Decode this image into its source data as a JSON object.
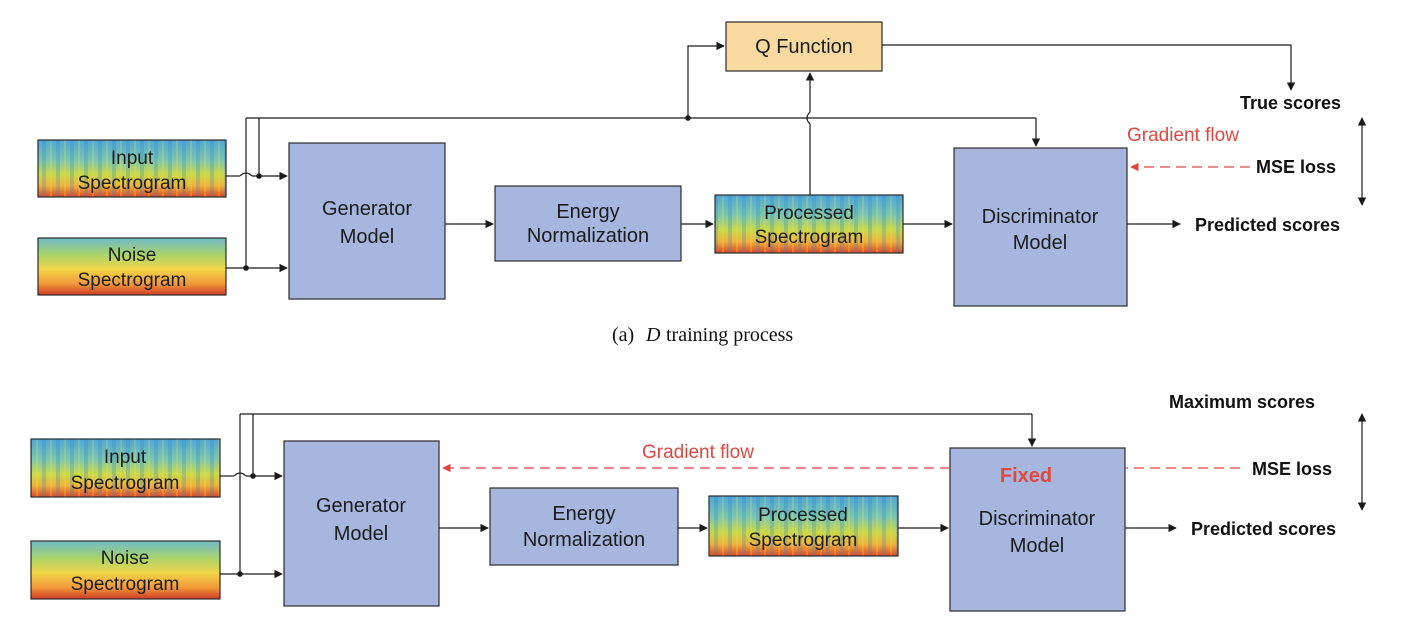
{
  "colors": {
    "box_fill": "#a6b6de",
    "q_fill": "#f8d9a0",
    "gradient_red": "#e0473f"
  },
  "panel_a": {
    "input_spec": [
      "Input",
      "Spectrogram"
    ],
    "noise_spec": [
      "Noise",
      "Spectrogram"
    ],
    "generator": [
      "Generator",
      "Model"
    ],
    "energy": [
      "Energy",
      "Normalization"
    ],
    "processed": [
      "Processed",
      "Spectrogram"
    ],
    "discriminator": [
      "Discriminator",
      "Model"
    ],
    "q_function": "Q Function",
    "true_scores": "True scores",
    "gradient_flow": "Gradient flow",
    "mse_loss": "MSE loss",
    "predicted_scores": "Predicted scores",
    "caption_prefix": "(a)",
    "caption_var": "D",
    "caption_rest": "training process"
  },
  "panel_b": {
    "input_spec": [
      "Input",
      "Spectrogram"
    ],
    "noise_spec": [
      "Noise",
      "Spectrogram"
    ],
    "generator": [
      "Generator",
      "Model"
    ],
    "energy": [
      "Energy",
      "Normalization"
    ],
    "processed": [
      "Processed",
      "Spectrogram"
    ],
    "fixed": "Fixed",
    "discriminator": [
      "Discriminator",
      "Model"
    ],
    "maximum_scores": "Maximum scores",
    "gradient_flow": "Gradient flow",
    "mse_loss": "MSE loss",
    "predicted_scores": "Predicted scores"
  }
}
